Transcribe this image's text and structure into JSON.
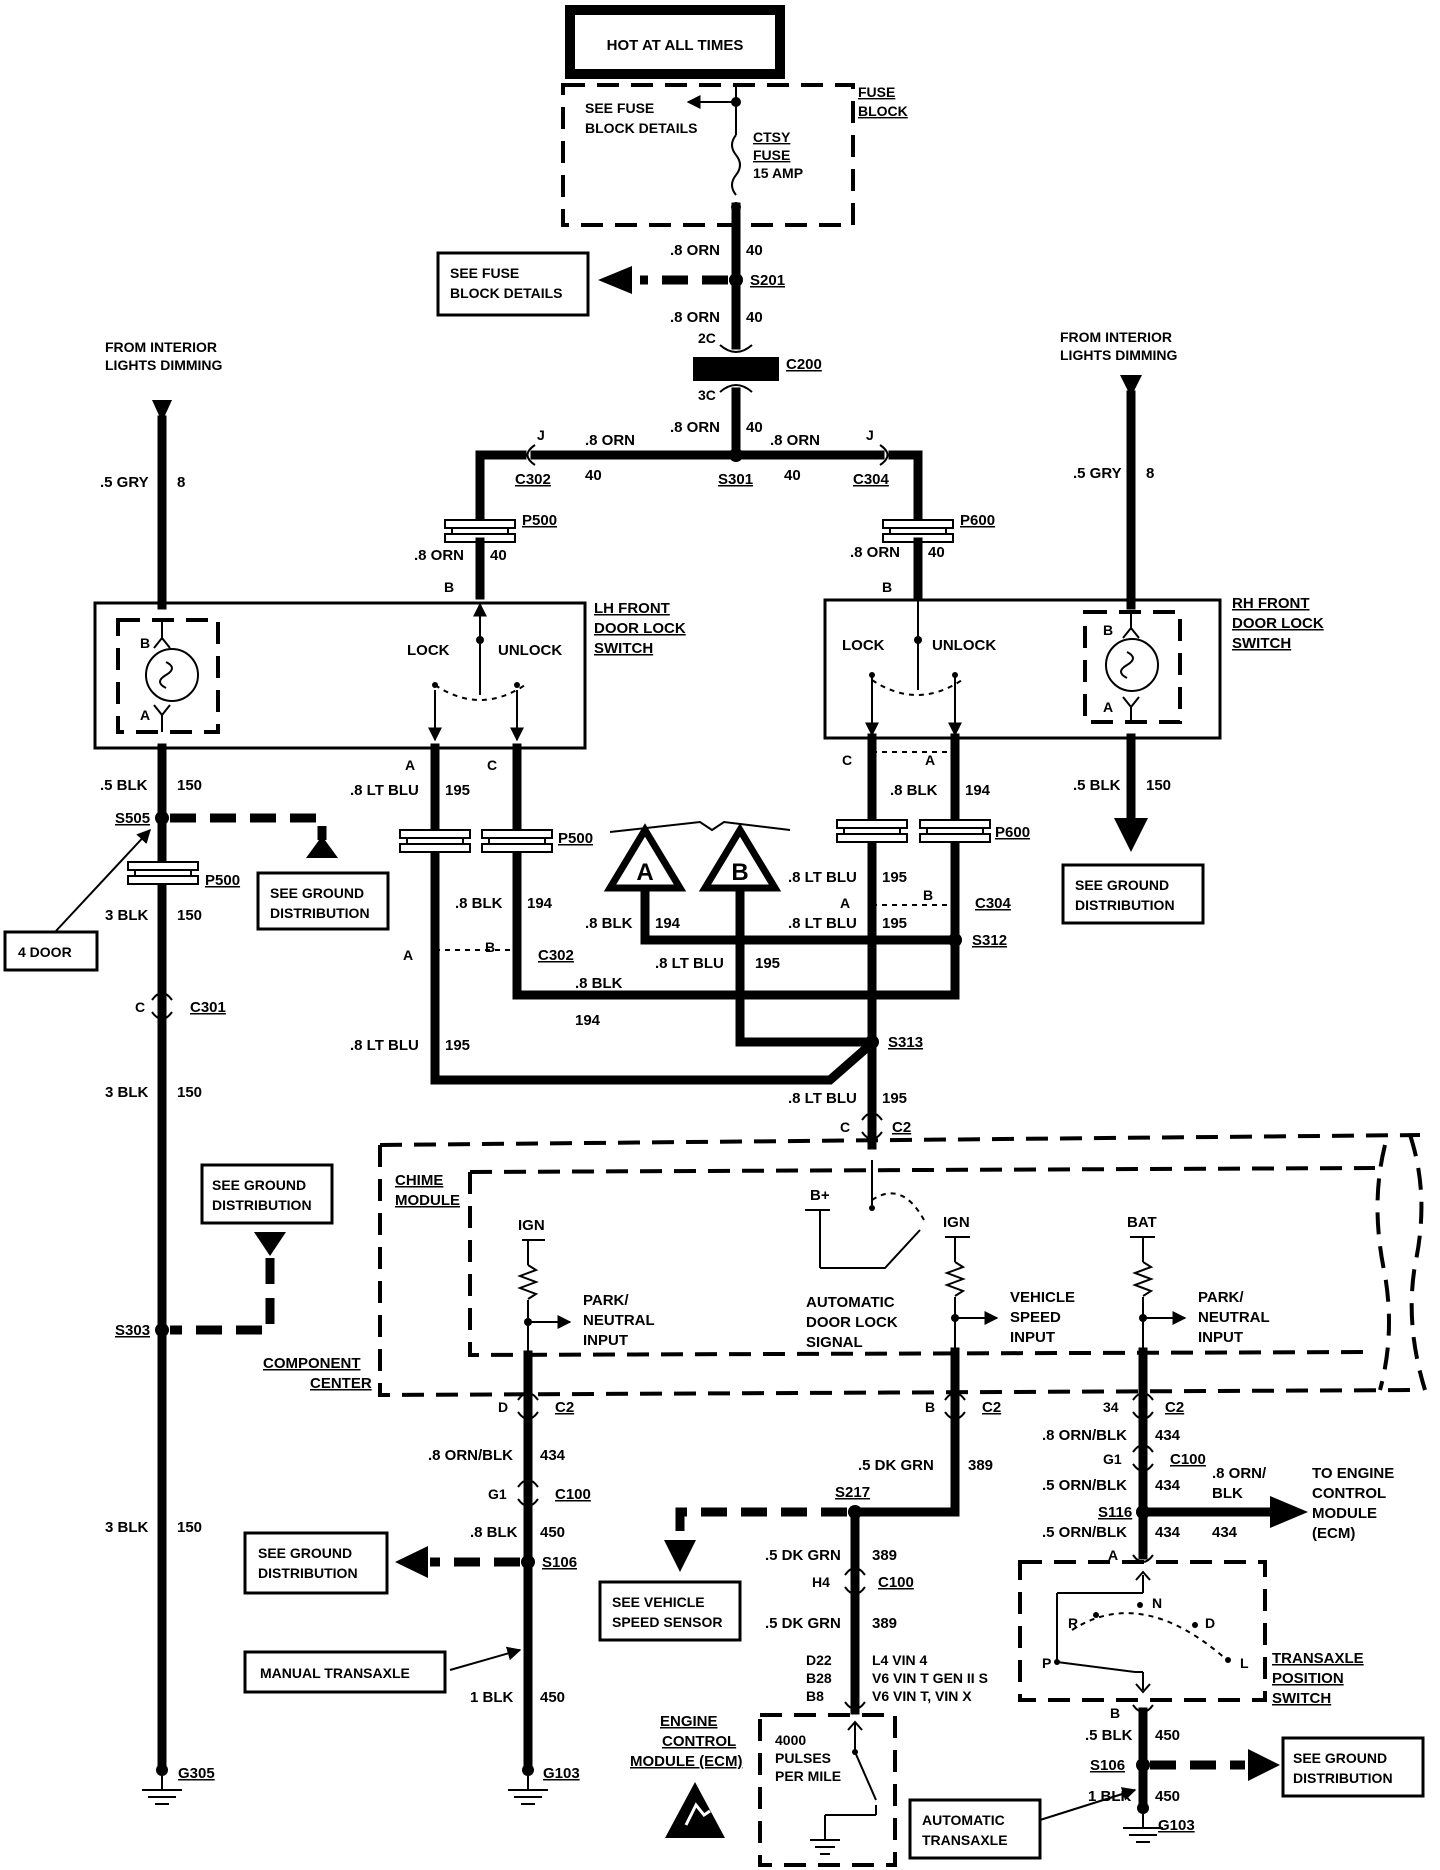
{
  "power": {
    "hot": "HOT AT ALL TIMES"
  },
  "fuse_block": {
    "see_details_1": "SEE FUSE",
    "see_details_2": "BLOCK DETAILS",
    "fuse_1": "FUSE",
    "fuse_2": "BLOCK",
    "ctsy_1": "CTSY",
    "ctsy_2": "FUSE",
    "ctsy_3": "15 AMP"
  },
  "wires": {
    "orn": ".8 ORN",
    "c40": "40",
    "gry": ".5 GRY",
    "c8": "8",
    "blk5": ".5 BLK",
    "blk3": "3 BLK",
    "blk1": "1 BLK",
    "c150": "150",
    "ltblu": ".8 LT BLU",
    "c195": "195",
    "blk8": ".8 BLK",
    "c194": "194",
    "ornblk8": ".8 ORN/BLK",
    "ornblk5": ".5 ORN/BLK",
    "c434": "434",
    "ornblk_r1": ".8 ORN/",
    "ornblk_r2": "BLK",
    "blk5b": ".5 BLK",
    "c450": "450",
    "dkgrn": ".5 DK GRN",
    "c389": "389"
  },
  "connectors": {
    "s201": "S201",
    "c200": "C200",
    "s301": "S301",
    "c302": "C302",
    "c304": "C304",
    "p500": "P500",
    "p600": "P600",
    "s505": "S505",
    "c301": "C301",
    "s303": "S303",
    "s312": "S312",
    "s313": "S313",
    "c2": "C2",
    "c100": "C100",
    "s106": "S106",
    "s217": "S217",
    "s116": "S116",
    "g305": "G305",
    "g103": "G103",
    "pin_2c": "2C",
    "pin_3c": "3C",
    "pin_j": "J",
    "pin_a": "A",
    "pin_b": "B",
    "pin_c": "C",
    "pin_d": "D",
    "pin_g1": "G1",
    "pin_h4": "H4",
    "pin_34": "34",
    "pin_d22": "D22",
    "pin_b28": "B28",
    "pin_b8": "B8"
  },
  "labels": {
    "see_fuse_1": "SEE FUSE",
    "see_fuse_2": "BLOCK DETAILS",
    "from_dim_1": "FROM INTERIOR",
    "from_dim_2": "LIGHTS DIMMING",
    "lh_1": "LH FRONT",
    "lh_2": "DOOR LOCK",
    "lh_3": "SWITCH",
    "rh_1": "RH FRONT",
    "rh_2": "DOOR LOCK",
    "rh_3": "SWITCH",
    "lock": "LOCK",
    "unlock": "UNLOCK",
    "see_gnd_1": "SEE GROUND",
    "see_gnd_2": "DISTRIBUTION",
    "four_door": "4 DOOR",
    "tri_a": "A",
    "tri_b": "B",
    "chime_1": "CHIME",
    "chime_2": "MODULE",
    "comp_1": "COMPONENT",
    "comp_2": "CENTER",
    "ign": "IGN",
    "bat": "BAT",
    "bplus": "B+",
    "park_1": "PARK/",
    "park_2": "NEUTRAL",
    "park_3": "INPUT",
    "adl_1": "AUTOMATIC",
    "adl_2": "DOOR LOCK",
    "adl_3": "SIGNAL",
    "vss_1": "VEHICLE",
    "vss_2": "SPEED",
    "vss_3": "INPUT",
    "to_ecm_1": "TO ENGINE",
    "to_ecm_2": "CONTROL",
    "to_ecm_3": "MODULE",
    "to_ecm_4": "(ECM)",
    "see_vss_1": "SEE VEHICLE",
    "see_vss_2": "SPEED SENSOR",
    "manual": "MANUAL TRANSAXLE",
    "automatic_1": "AUTOMATIC",
    "automatic_2": "TRANSAXLE",
    "ecm_1": "ENGINE",
    "ecm_2": "CONTROL",
    "ecm_3": "MODULE (ECM)",
    "pulses_1": "4000",
    "pulses_2": "PULSES",
    "pulses_3": "PER MILE",
    "l4": "L4  VIN 4",
    "v6a": "V6  VIN T GEN II S",
    "v6b": "V6  VIN T, VIN X",
    "tps_1": "TRANSAXLE",
    "tps_2": "POSITION",
    "tps_3": "SWITCH",
    "prnd_r": "R",
    "prnd_n": "N",
    "prnd_d": "D",
    "prnd_p": "P",
    "prnd_l": "L"
  }
}
